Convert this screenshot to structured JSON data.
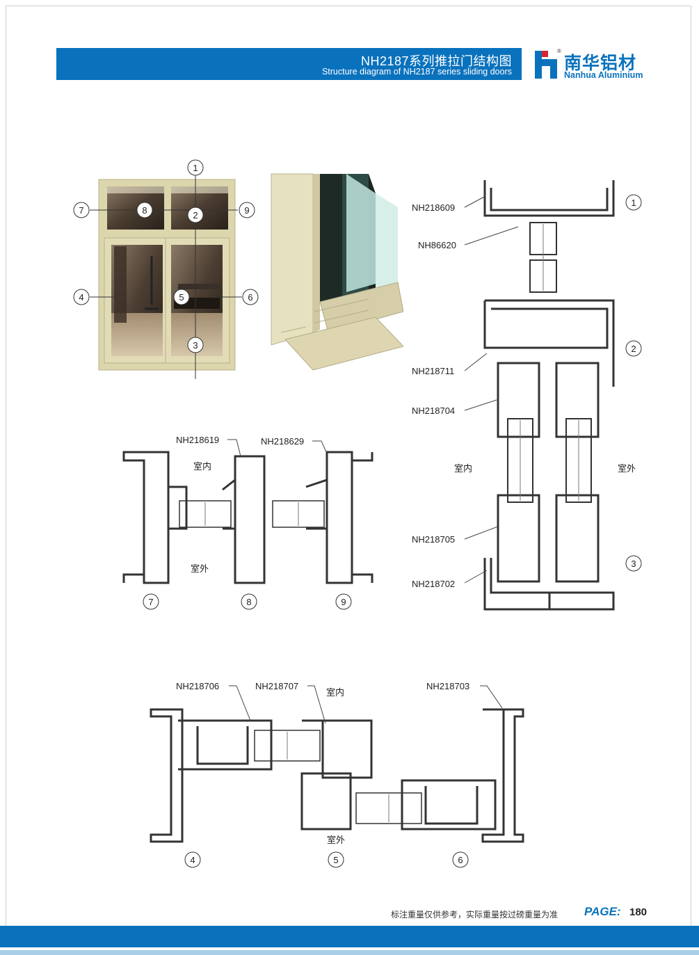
{
  "header": {
    "title_cn": "NH2187系列推拉门结构图",
    "title_en": "Structure diagram of NH2187 series sliding doors"
  },
  "brand": {
    "name_cn": "南华铝材",
    "name_en": "Nanhua Aluminium",
    "registered_mark": "®",
    "color": "#0a72bd"
  },
  "door_callouts": [
    "1",
    "2",
    "3",
    "4",
    "5",
    "6",
    "7",
    "8",
    "9"
  ],
  "labels": {
    "indoor": "室内",
    "outdoor": "室外"
  },
  "section_top_right": {
    "parts": [
      "NH218609",
      "NH86620",
      "NH218711",
      "NH218704",
      "NH218705",
      "NH218702"
    ],
    "callouts": [
      "1",
      "2",
      "3"
    ]
  },
  "section_middle_left": {
    "parts": [
      "NH218619",
      "NH218629"
    ],
    "callouts": [
      "7",
      "8",
      "9"
    ]
  },
  "section_bottom": {
    "parts": [
      "NH218706",
      "NH218707",
      "NH218703"
    ],
    "callouts": [
      "4",
      "5",
      "6"
    ]
  },
  "footer": {
    "note": "标注重量仅供参考，实际重量按过磅重量为准",
    "page_label": "PAGE:",
    "page_number": "180"
  }
}
